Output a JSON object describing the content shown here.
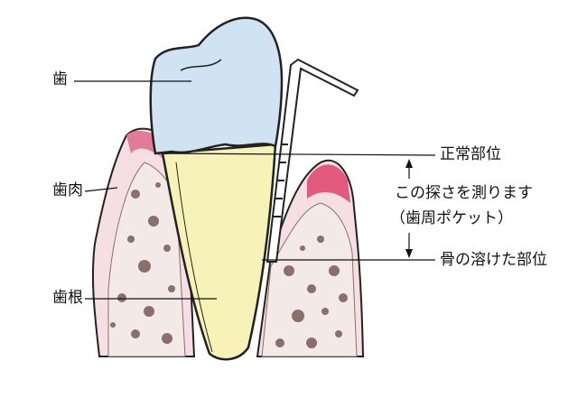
{
  "labels": {
    "tooth": "歯",
    "gum": "歯肉",
    "root": "歯根",
    "normal_site": "正常部位",
    "measure_note": "この探さを測ります",
    "pocket": "（歯周ポケット）",
    "bone_loss_site": "骨の溶けた部位"
  },
  "colors": {
    "crown": "#cfe3f2",
    "root": "#f6f2b8",
    "gum": "#e9a3b6",
    "bone": "#f3e6e3",
    "bone_dots": "#8a6f6a"
  }
}
